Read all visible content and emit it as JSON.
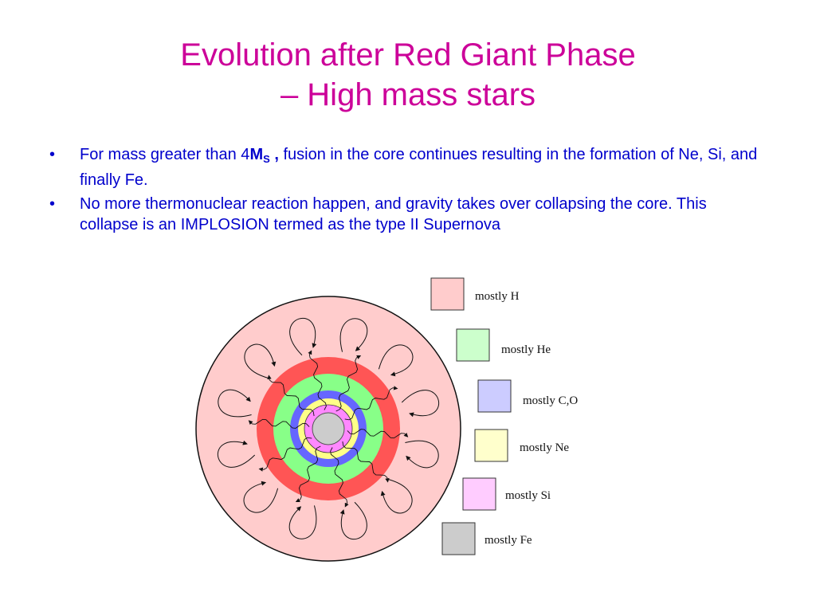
{
  "title": {
    "line1": "Evolution after Red Giant Phase",
    "line2": "– High mass stars"
  },
  "bullets": [
    {
      "marker": "•",
      "before": "For mass greater than 4",
      "mass_symbol": "M",
      "mass_sub": "S",
      "comma": " ,",
      "after": "  fusion in the core continues resulting in the formation of Ne, Si, and finally Fe."
    },
    {
      "marker": "•",
      "text": "No more thermonuclear reaction happen, and gravity takes over collapsing the core. This collapse is an IMPLOSION termed as the type II Supernova"
    }
  ],
  "legend": [
    {
      "label": "mostly H",
      "color": "#ffcccc"
    },
    {
      "label": "mostly He",
      "color": "#ccffcc"
    },
    {
      "label": "mostly C,O",
      "color": "#ccccff"
    },
    {
      "label": "mostly Ne",
      "color": "#ffffcc"
    },
    {
      "label": "mostly Si",
      "color": "#ffccff"
    },
    {
      "label": "mostly Fe",
      "color": "#cccccc"
    }
  ],
  "colors": {
    "title": "#cc0099",
    "text": "#0000cc",
    "layer_h": "#ffcccc",
    "layer_red": "#ff5555",
    "layer_he": "#88ff88",
    "layer_co": "#6666ff",
    "layer_ne": "#ffff88",
    "layer_si": "#ff88ff",
    "layer_fe": "#cccccc"
  }
}
